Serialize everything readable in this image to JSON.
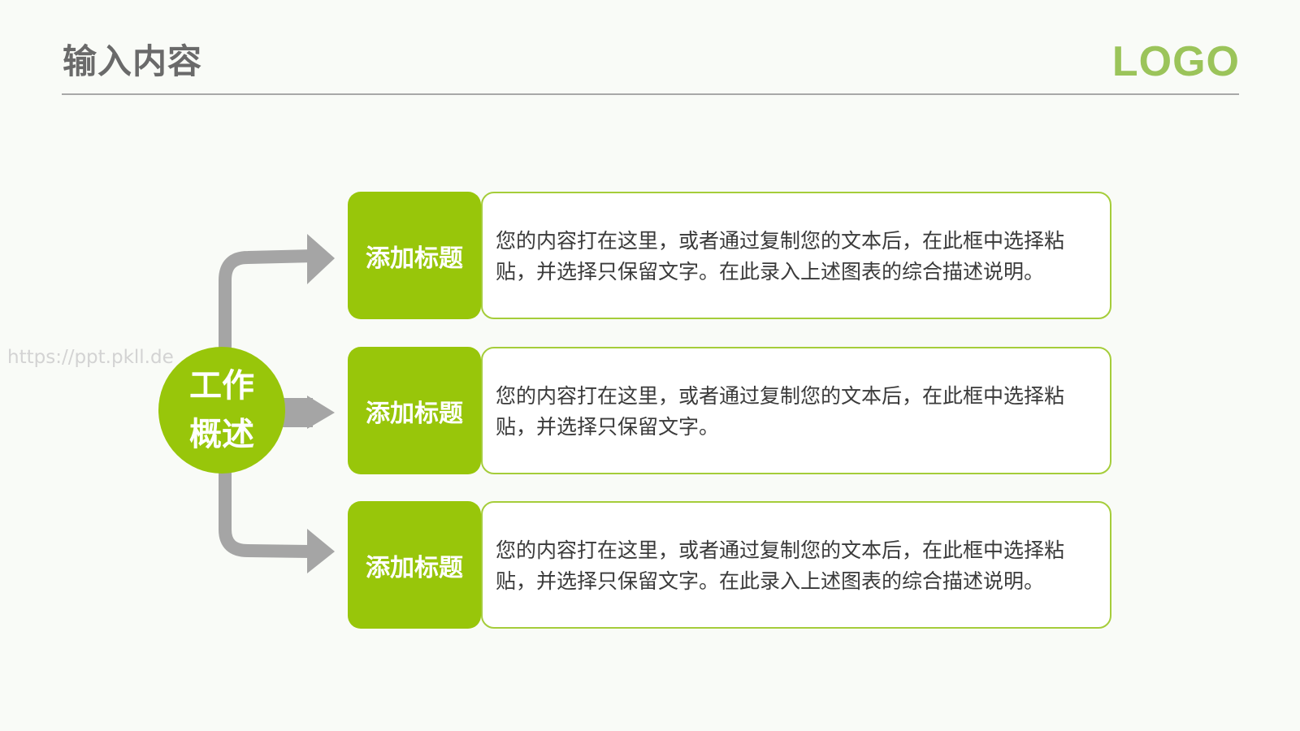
{
  "header": {
    "title": "输入内容",
    "logo": "LOGO"
  },
  "watermark": "https://ppt.pkll.de",
  "hub": {
    "line1": "工作",
    "line2": "概述"
  },
  "colors": {
    "green": "#98c60a",
    "arrow": "#a5a5a5",
    "border": "#a5cd3a"
  },
  "items": [
    {
      "title": "添加标题",
      "text": "您的内容打在这里，或者通过复制您的文本后，在此框中选择粘贴，并选择只保留文字。在此录入上述图表的综合描述说明。"
    },
    {
      "title": "添加标题",
      "text": "您的内容打在这里，或者通过复制您的文本后，在此框中选择粘贴，并选择只保留文字。"
    },
    {
      "title": "添加标题",
      "text": "您的内容打在这里，或者通过复制您的文本后，在此框中选择粘贴，并选择只保留文字。在此录入上述图表的综合描述说明。"
    }
  ]
}
